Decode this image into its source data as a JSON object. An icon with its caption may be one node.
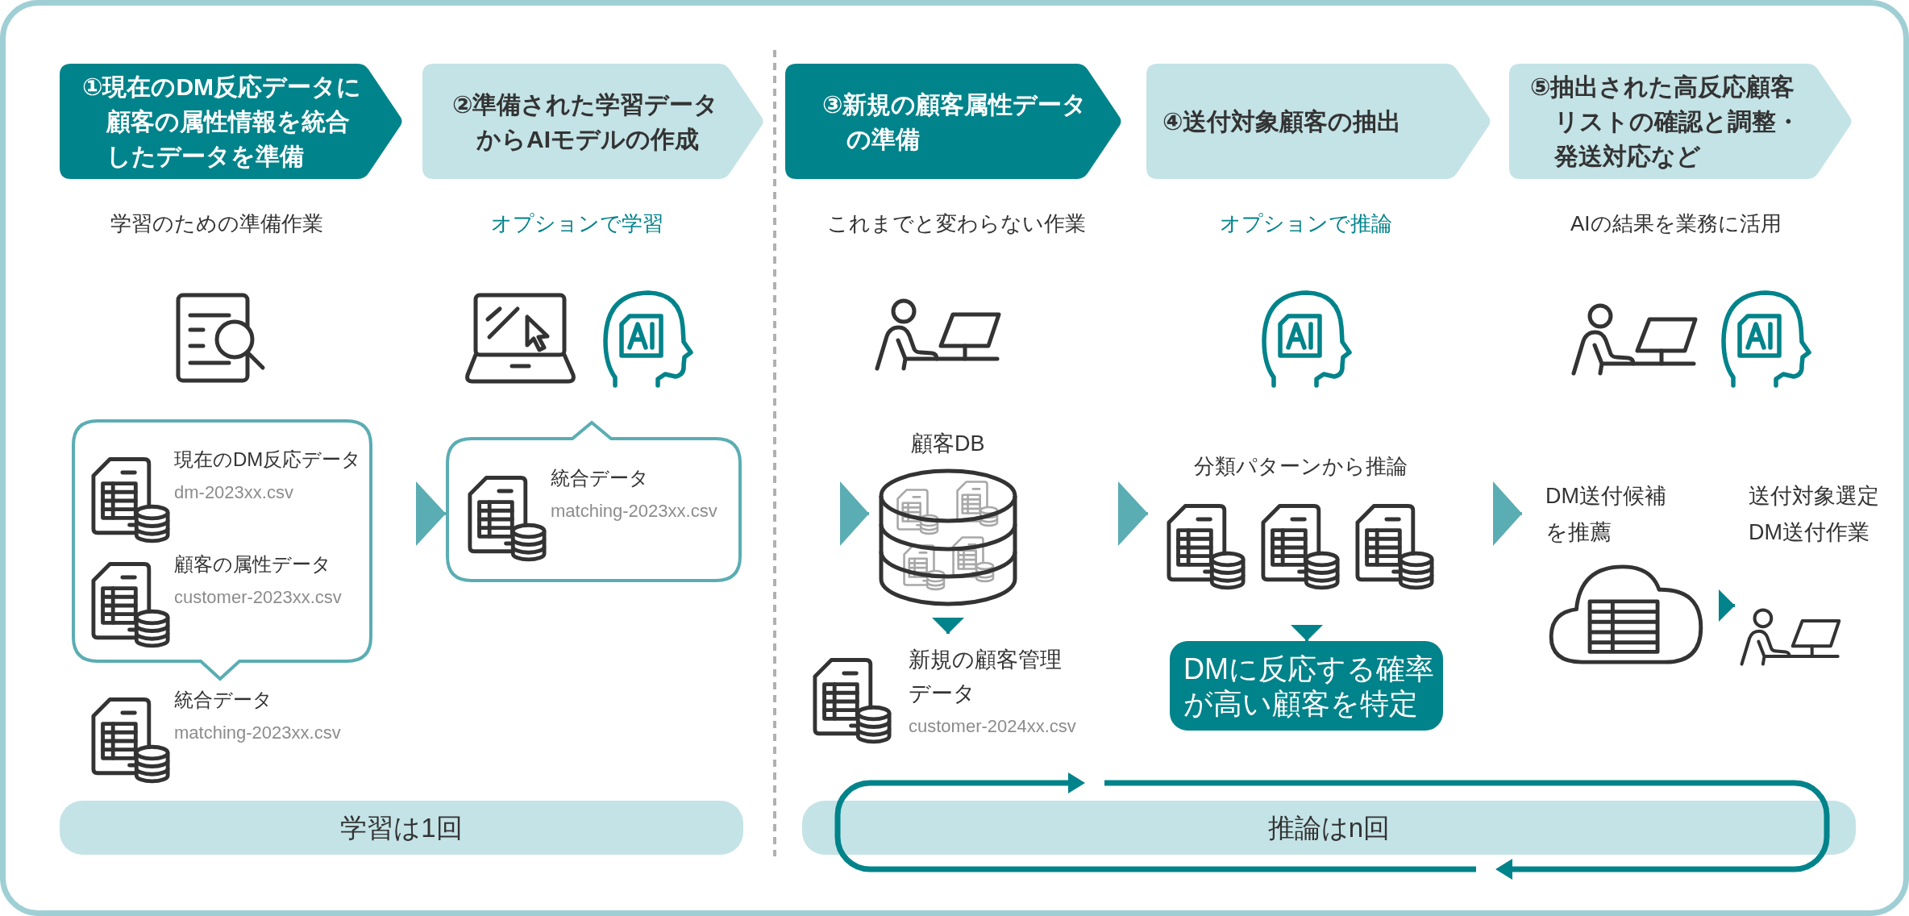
{
  "diagram": {
    "nodes": [
      {
        "text": [
          "①現在のDM反応データに顧客の属性情報を統合したデータを準備"
        ],
        "beside": [
          "学習のための準備作業"
        ]
      },
      {
        "text": [
          "②準備された学習データからAIモデルの作成"
        ],
        "beside": [
          "オプションで学習"
        ]
      },
      {
        "text": [
          "③新規の顧客属性データの準備"
        ],
        "beside": [
          "これまでと変わらない作業"
        ]
      },
      {
        "text": [
          "④送付対象顧客の抽出"
        ],
        "beside": [
          "オプションで推論"
        ]
      },
      {
        "text": [
          "⑤抽出された高反応顧客リストの確認と調整・発送対応など"
        ],
        "beside": [
          "AIの結果を業務に活用"
        ]
      },
      {
        "text": [],
        "shape": "callout"
      },
      {
        "text": [
          "現在のDM反応データ",
          "dm-2023xx.csv"
        ],
        "in": 5
      },
      {
        "text": [
          "顧客の属性データ",
          "customer-2023xx.csv"
        ],
        "in": 5
      },
      {
        "text": [
          "統合データ",
          "matching-2023xx.csv"
        ]
      },
      {
        "text": [],
        "shape": "callout"
      },
      {
        "text": [
          "統合データ",
          "matching-2023xx.csv"
        ],
        "in": 9
      },
      {
        "text": [
          "顧客DB"
        ]
      },
      {
        "text": [
          "新規の顧客管理データ",
          "customer-2024xx.csv"
        ]
      },
      {
        "text": [
          "分類パターンから推論"
        ]
      },
      {
        "text": [
          "DMに反応する確率が高い顧客を特定"
        ]
      },
      {
        "text": [
          "DM送付候補を推薦"
        ]
      },
      {
        "text": [
          "送付対象選定",
          "DM送付作業"
        ]
      },
      {
        "text": [
          "学習は1回"
        ]
      },
      {
        "text": [
          "推論はn回"
        ]
      }
    ],
    "edges": [
      {
        "from": 5,
        "to": 9,
        "arrow": "to"
      },
      {
        "from": 9,
        "to": 11,
        "arrow": "to"
      },
      {
        "from": 11,
        "to": 12,
        "arrow": "to",
        "color": "#00838a"
      },
      {
        "from": 11,
        "to": 13,
        "arrow": "to"
      },
      {
        "from": 13,
        "to": 14,
        "arrow": "to",
        "color": "#00838a"
      },
      {
        "from": 13,
        "to": 15,
        "arrow": "to"
      },
      {
        "from": 15,
        "to": 16,
        "arrow": "to",
        "color": "#00838a"
      }
    ]
  }
}
